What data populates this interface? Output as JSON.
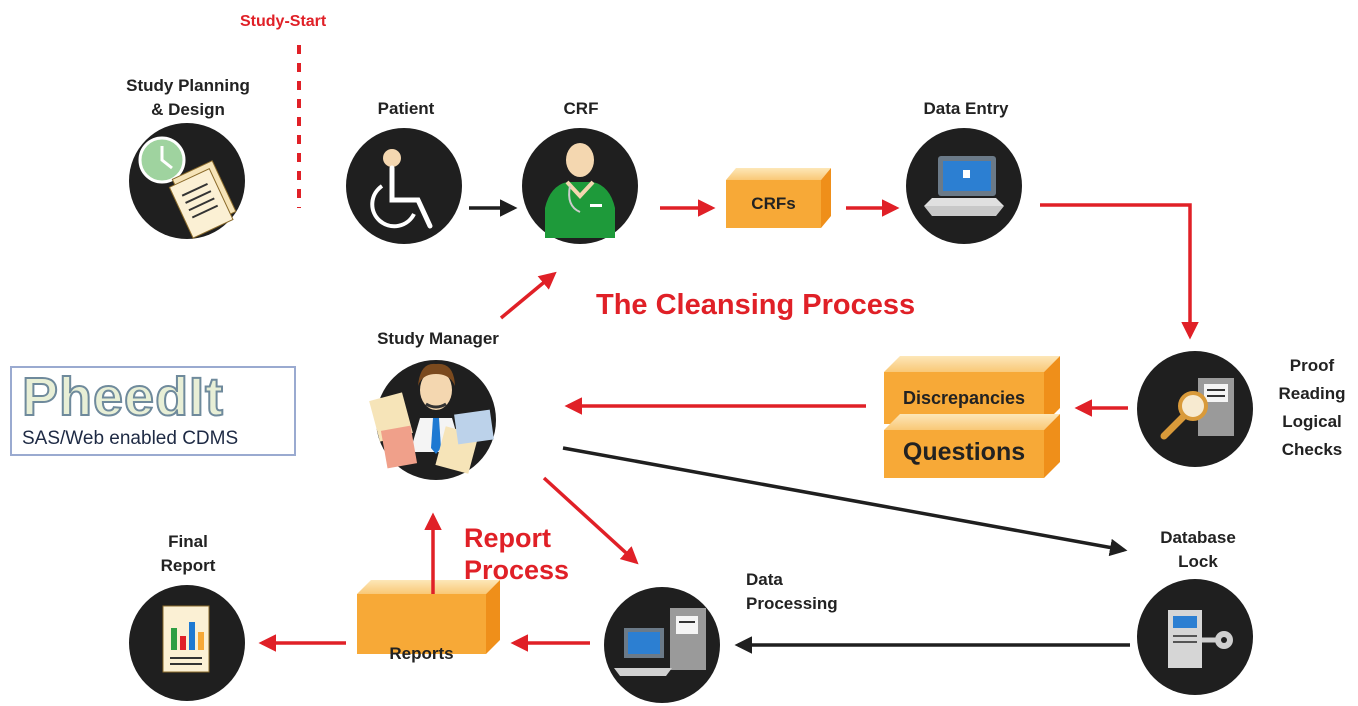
{
  "labels": {
    "study_start": "Study-Start",
    "study_planning": [
      "Study Planning",
      "& Design"
    ],
    "patient": "Patient",
    "crf": "CRF",
    "data_entry": "Data Entry",
    "proof_reading": [
      "Proof",
      "Reading",
      "Logical",
      "Checks"
    ],
    "study_manager": "Study Manager",
    "database_lock": [
      "Database",
      "Lock"
    ],
    "data_processing": [
      "Data",
      "Processing"
    ],
    "final_report": [
      "Final",
      "Report"
    ],
    "cleansing_process": "The Cleansing Process",
    "report_process": [
      "Report",
      "Process"
    ]
  },
  "boxes": {
    "crfs": "CRFs",
    "discrepancies": "Discrepancies",
    "questions": "Questions",
    "reports": "Reports"
  },
  "logo": {
    "title": "PheedIt",
    "subtitle": "SAS/Web enabled CDMS"
  },
  "colors": {
    "accent_red": "#e02027",
    "box_orange": "#f7a937",
    "circle_dark": "#1f1f1f"
  }
}
